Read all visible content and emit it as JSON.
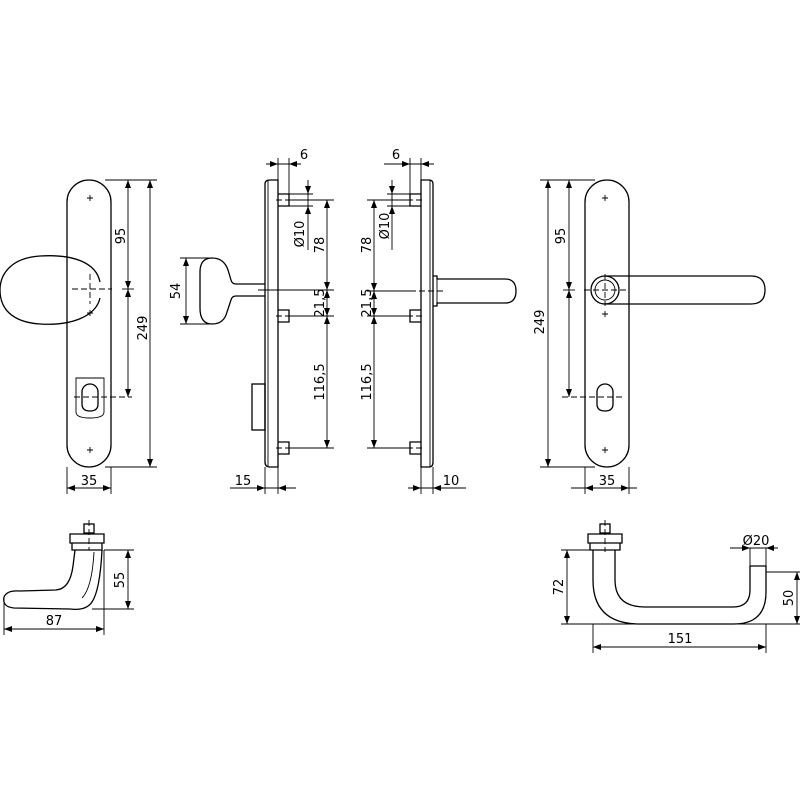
{
  "dimensions": {
    "front_knob": {
      "d95": "95",
      "d249": "249",
      "d35": "35"
    },
    "side_knob": {
      "d54": "54",
      "d6": "6",
      "d10": "Ø10",
      "d78": "78",
      "d21": "21,5",
      "d116": "116,5",
      "d15": "15"
    },
    "side_lever": {
      "d6": "6",
      "d10": "Ø10",
      "d78": "78",
      "d21": "21,5",
      "d116": "116,5",
      "d10w": "10"
    },
    "front_lever": {
      "d95": "95",
      "d249": "249",
      "d35": "35"
    },
    "knob_profile": {
      "d55": "55",
      "d87": "87"
    },
    "lever_profile": {
      "d20": "Ø20",
      "d72": "72",
      "d50": "50",
      "d151": "151"
    }
  }
}
